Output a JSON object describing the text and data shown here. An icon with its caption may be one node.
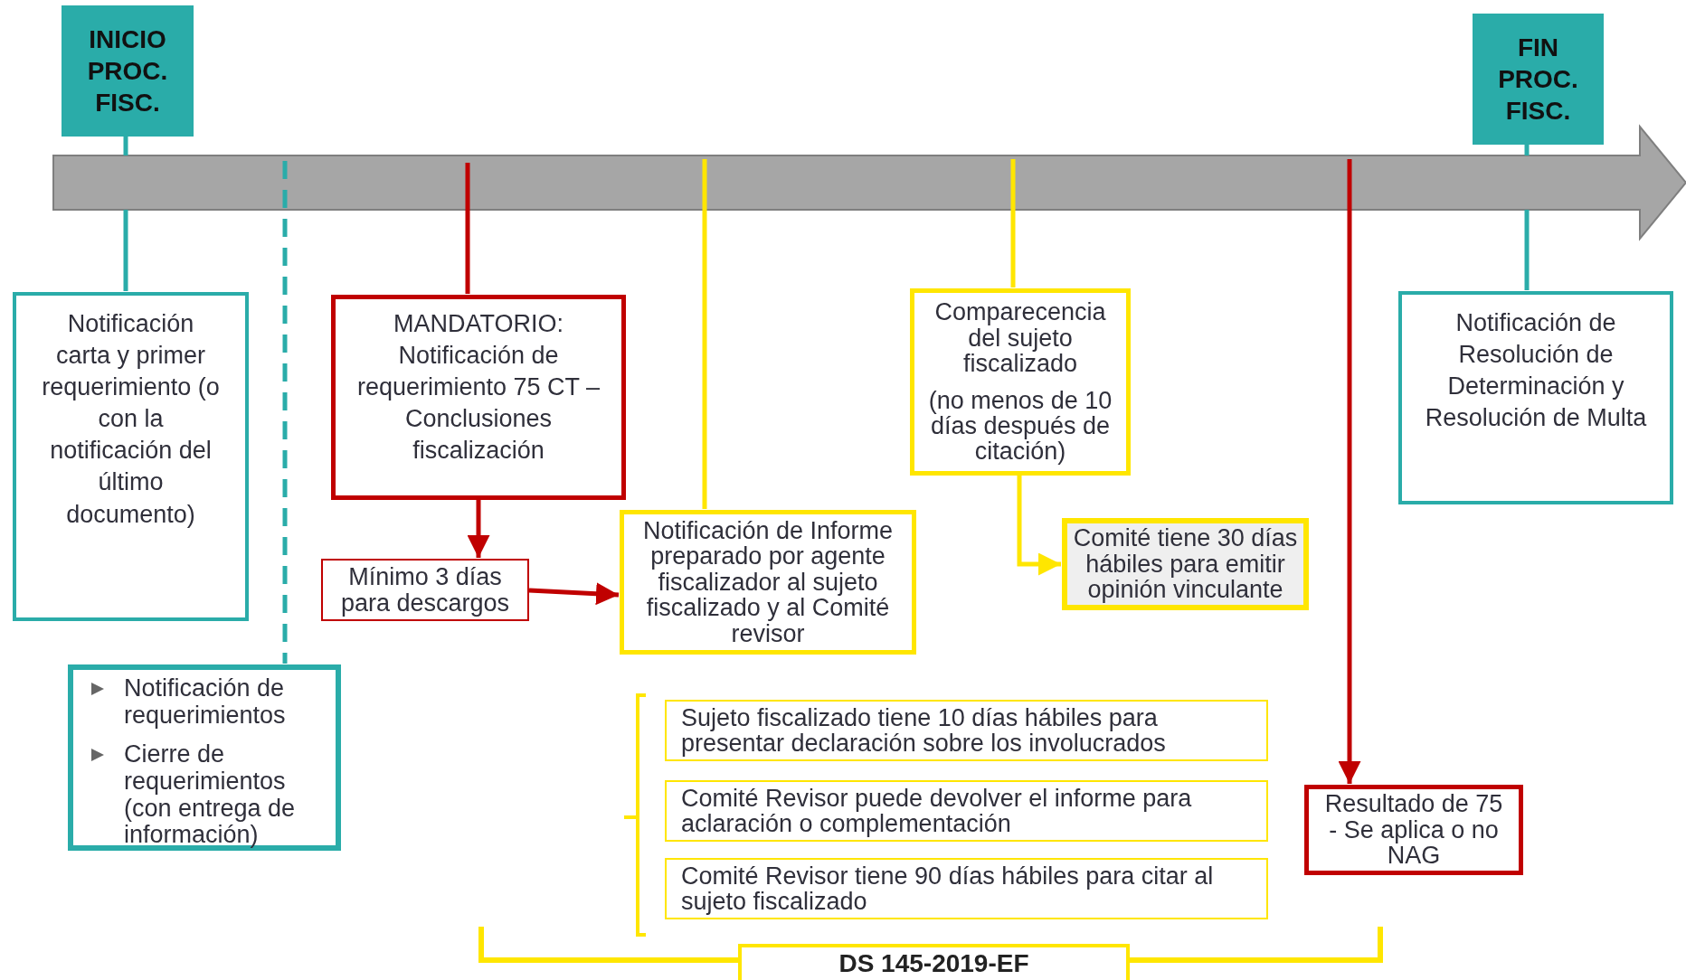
{
  "diagram": {
    "nodes": [
      {
        "text": [
          "INICIO PROC. FISC."
        ]
      },
      {
        "text": [
          "FIN PROC. FISC."
        ]
      },
      {
        "text": [],
        "shape": "arrow"
      },
      {
        "text": [
          "Notificación carta y primer requerimiento (o con la notificación del último documento)"
        ]
      },
      {
        "text": [
          "Notificación de requerimientos",
          "Cierre de requerimientos (con entrega de información)"
        ]
      },
      {
        "text": [
          "MANDATORIO: Notificación de requerimiento 75  CT – Conclusiones fiscalización"
        ]
      },
      {
        "text": [
          "Mínimo 3 días para descargos"
        ]
      },
      {
        "text": [
          "Notificación de Informe preparado por agente fiscalizador al sujeto fiscalizado y al Comité revisor"
        ]
      },
      {
        "text": [
          "Comparecencia del sujeto fiscalizado",
          "(no menos de 10 días después de citación)"
        ]
      },
      {
        "text": [
          "Comité tiene 30 días hábiles para emitir opinión vinculante"
        ]
      },
      {
        "text": [
          "Notificación de Resolución de Determinación y Resolución de Multa"
        ]
      },
      {
        "text": [
          "Sujeto fiscalizado tiene 10 días hábiles para presentar declaración sobre los involucrados"
        ]
      },
      {
        "text": [
          "Comité Revisor puede devolver el informe para aclaración o complementación"
        ]
      },
      {
        "text": [
          "Comité Revisor tiene 90 días hábiles para citar al sujeto fiscalizado"
        ]
      },
      {
        "text": [
          "Resultado de 75 - Se aplica o no NAG"
        ]
      },
      {
        "text": [
          "DS 145-2019-EF"
        ]
      }
    ],
    "edges": [
      {
        "from": 0,
        "to": 2,
        "arrow": "none",
        "color": "#2aaca9"
      },
      {
        "from": 2,
        "to": 3,
        "arrow": "none",
        "color": "#2aaca9"
      },
      {
        "from": 1,
        "to": 2,
        "arrow": "none",
        "color": "#2aaca9"
      },
      {
        "from": 2,
        "to": 10,
        "arrow": "none",
        "color": "#2aaca9"
      },
      {
        "from": 2,
        "to": 4,
        "arrow": "none",
        "style": "dashed",
        "color": "#2aaca9"
      },
      {
        "from": 2,
        "to": 5,
        "arrow": "none",
        "color": "#c00000"
      },
      {
        "from": 2,
        "to": 7,
        "arrow": "none",
        "color": "#ffe600"
      },
      {
        "from": 2,
        "to": 8,
        "arrow": "none",
        "color": "#ffe600"
      },
      {
        "from": 2,
        "to": 14,
        "arrow": "to",
        "color": "#c00000"
      },
      {
        "from": 5,
        "to": 6,
        "arrow": "to",
        "color": "#c00000"
      },
      {
        "from": 6,
        "to": 7,
        "arrow": "to",
        "color": "#c00000"
      },
      {
        "from": 8,
        "to": 9,
        "arrow": "to",
        "color": "#ffe600"
      }
    ]
  }
}
